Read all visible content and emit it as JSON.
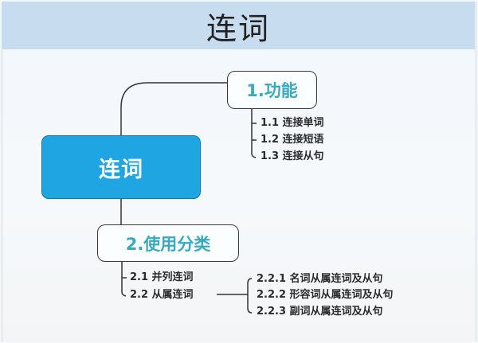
{
  "title": "连词",
  "central": {
    "label": "连词",
    "color": "#1ea5e2"
  },
  "branches": [
    {
      "label": "1.功能",
      "children": [
        {
          "label": "1.1 连接单词"
        },
        {
          "label": "1.2 连接短语"
        },
        {
          "label": "1.3 连接从句"
        }
      ]
    },
    {
      "label": "2.使用分类",
      "children": [
        {
          "label": "2.1 并列连词"
        },
        {
          "label": "2.2 从属连词",
          "children": [
            {
              "label": "2.2.1 名词从属连词及从句"
            },
            {
              "label": "2.2.2 形容词从属连词及从句"
            },
            {
              "label": "2.2.3 副词从属连词及从句"
            }
          ]
        }
      ]
    }
  ],
  "colors": {
    "title_bar": "#c7dcef",
    "node_text": "#3aa9c0",
    "line": "#333333"
  }
}
